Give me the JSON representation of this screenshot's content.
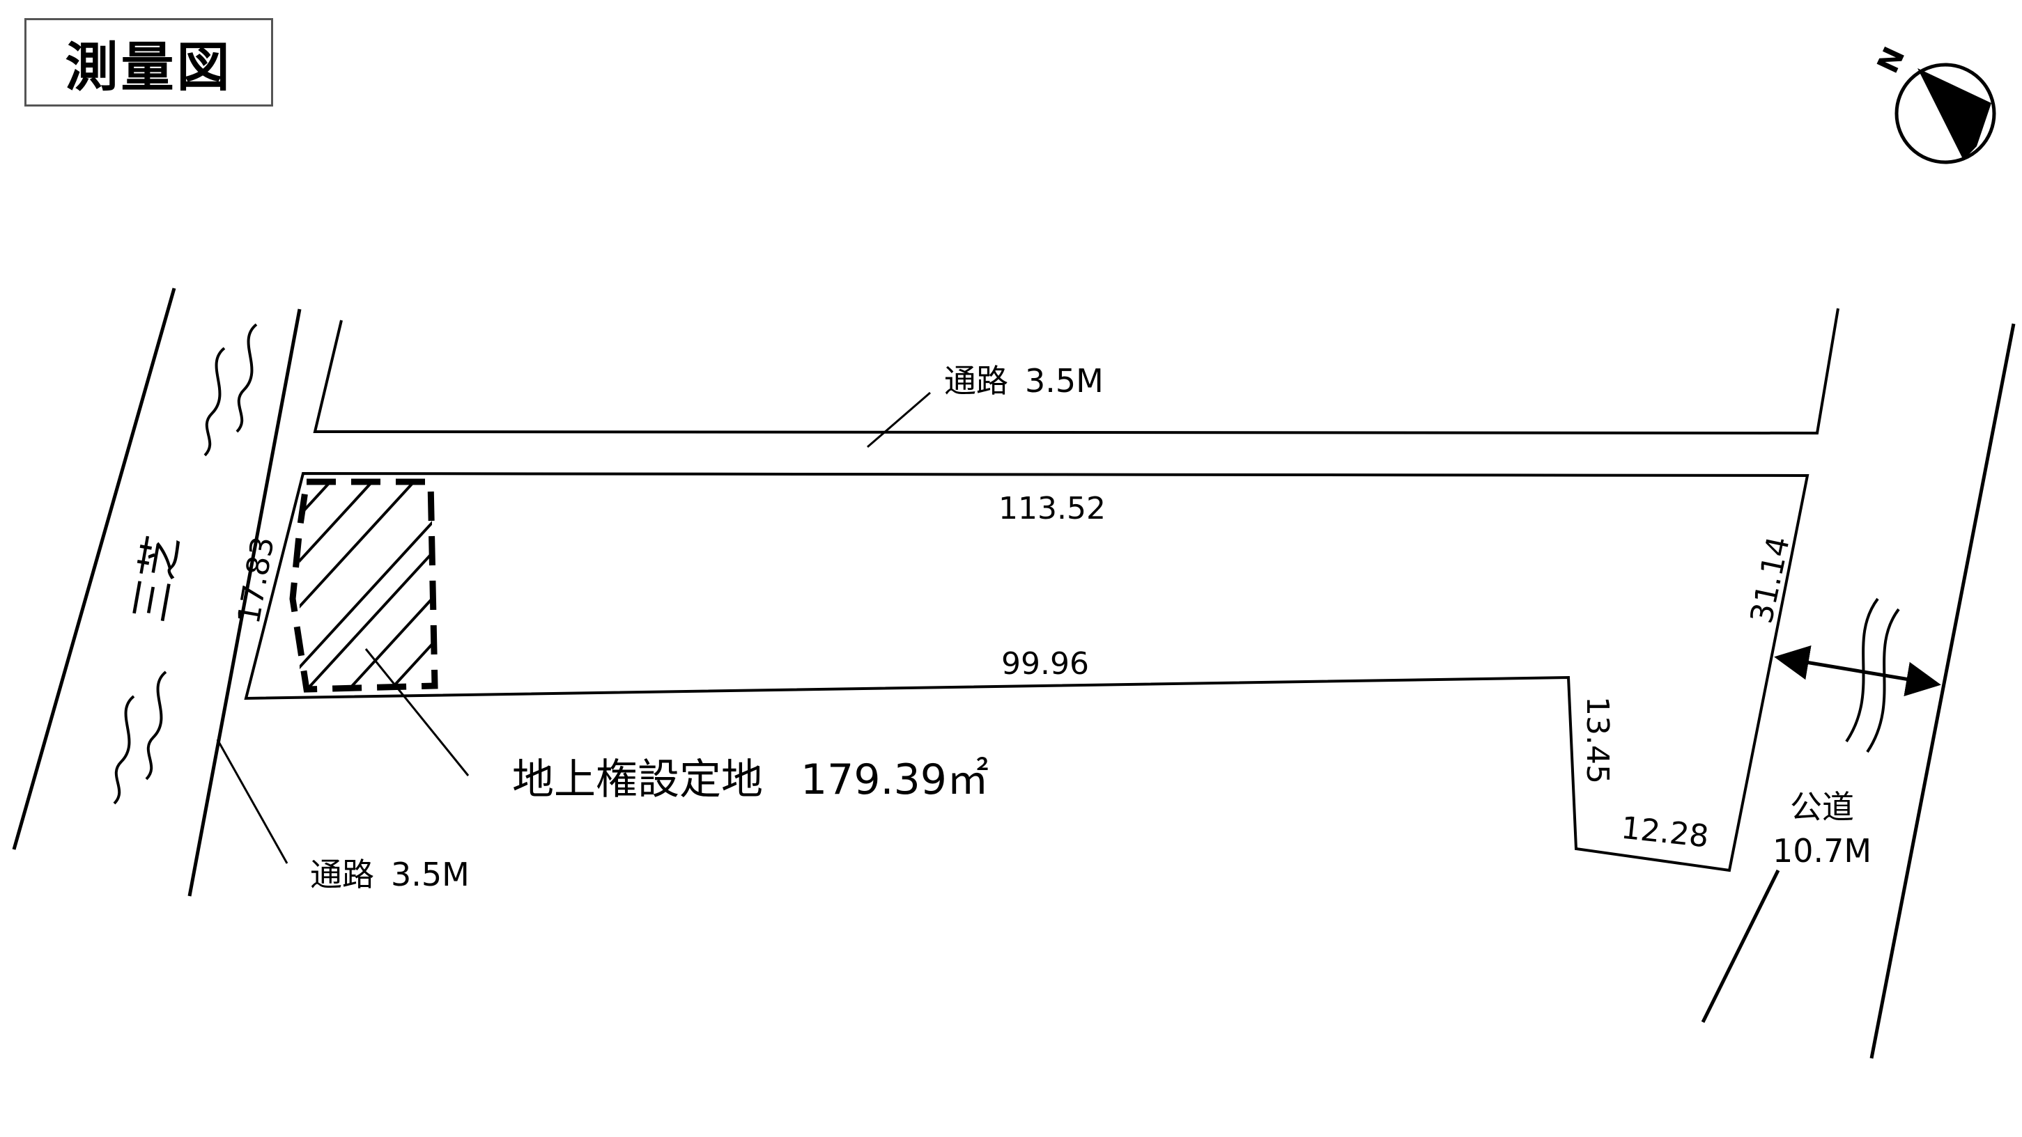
{
  "title": "測量図",
  "north_label": "N",
  "river_name": "三芝",
  "passage_top": {
    "name": "通路",
    "width": "3.5M"
  },
  "passage_bottom": {
    "name": "通路",
    "width": "3.5M"
  },
  "public_road": {
    "name": "公道",
    "width": "10.7M"
  },
  "lease_area": {
    "label": "地上権設定地",
    "value": "179.39㎡"
  },
  "measurements": {
    "north_side": "113.52",
    "south_side": "99.96",
    "west_side": "17.83",
    "east_side": "31.14",
    "notch_vertical": "13.45",
    "notch_horizontal": "12.28"
  },
  "colors": {
    "line": "#000000",
    "title_border": "#555555",
    "background": "#ffffff"
  }
}
